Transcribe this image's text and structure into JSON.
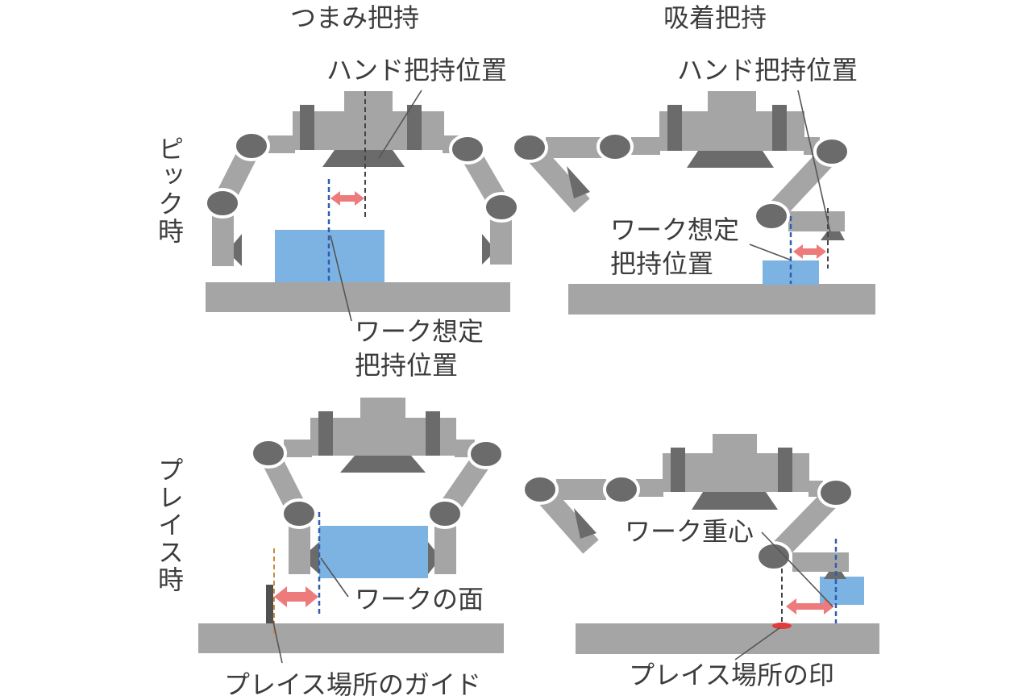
{
  "headers": {
    "pinch_grip": "つまみ把持",
    "suction_grip": "吸着把持"
  },
  "rows": {
    "pick": "ピック時",
    "place": "プレイス時"
  },
  "pick_pinch": {
    "hand_grip_position": "ハンド把持位置",
    "assumed_grip_position": [
      "ワーク想定",
      "把持位置"
    ]
  },
  "pick_suction": {
    "hand_grip_position": "ハンド把持位置",
    "assumed_grip_position": [
      "ワーク想定",
      "把持位置"
    ]
  },
  "place_pinch": {
    "work_face": "ワークの面",
    "place_guide": "プレイス場所のガイド"
  },
  "place_suction": {
    "work_center_of_gravity": "ワーク重心",
    "place_mark": "プレイス場所の印"
  },
  "colors": {
    "robot-body": "#a5a5a5",
    "robot-joint": "#6b6b6b",
    "workpiece": "#7db3e2",
    "offset-arrow": "#ee7b7b",
    "hand-line": "#444444",
    "work-line": "#2f5fae",
    "guide-line": "#c98a3d",
    "place-mark": "#e23b3b",
    "text": "#3c3c3c"
  }
}
